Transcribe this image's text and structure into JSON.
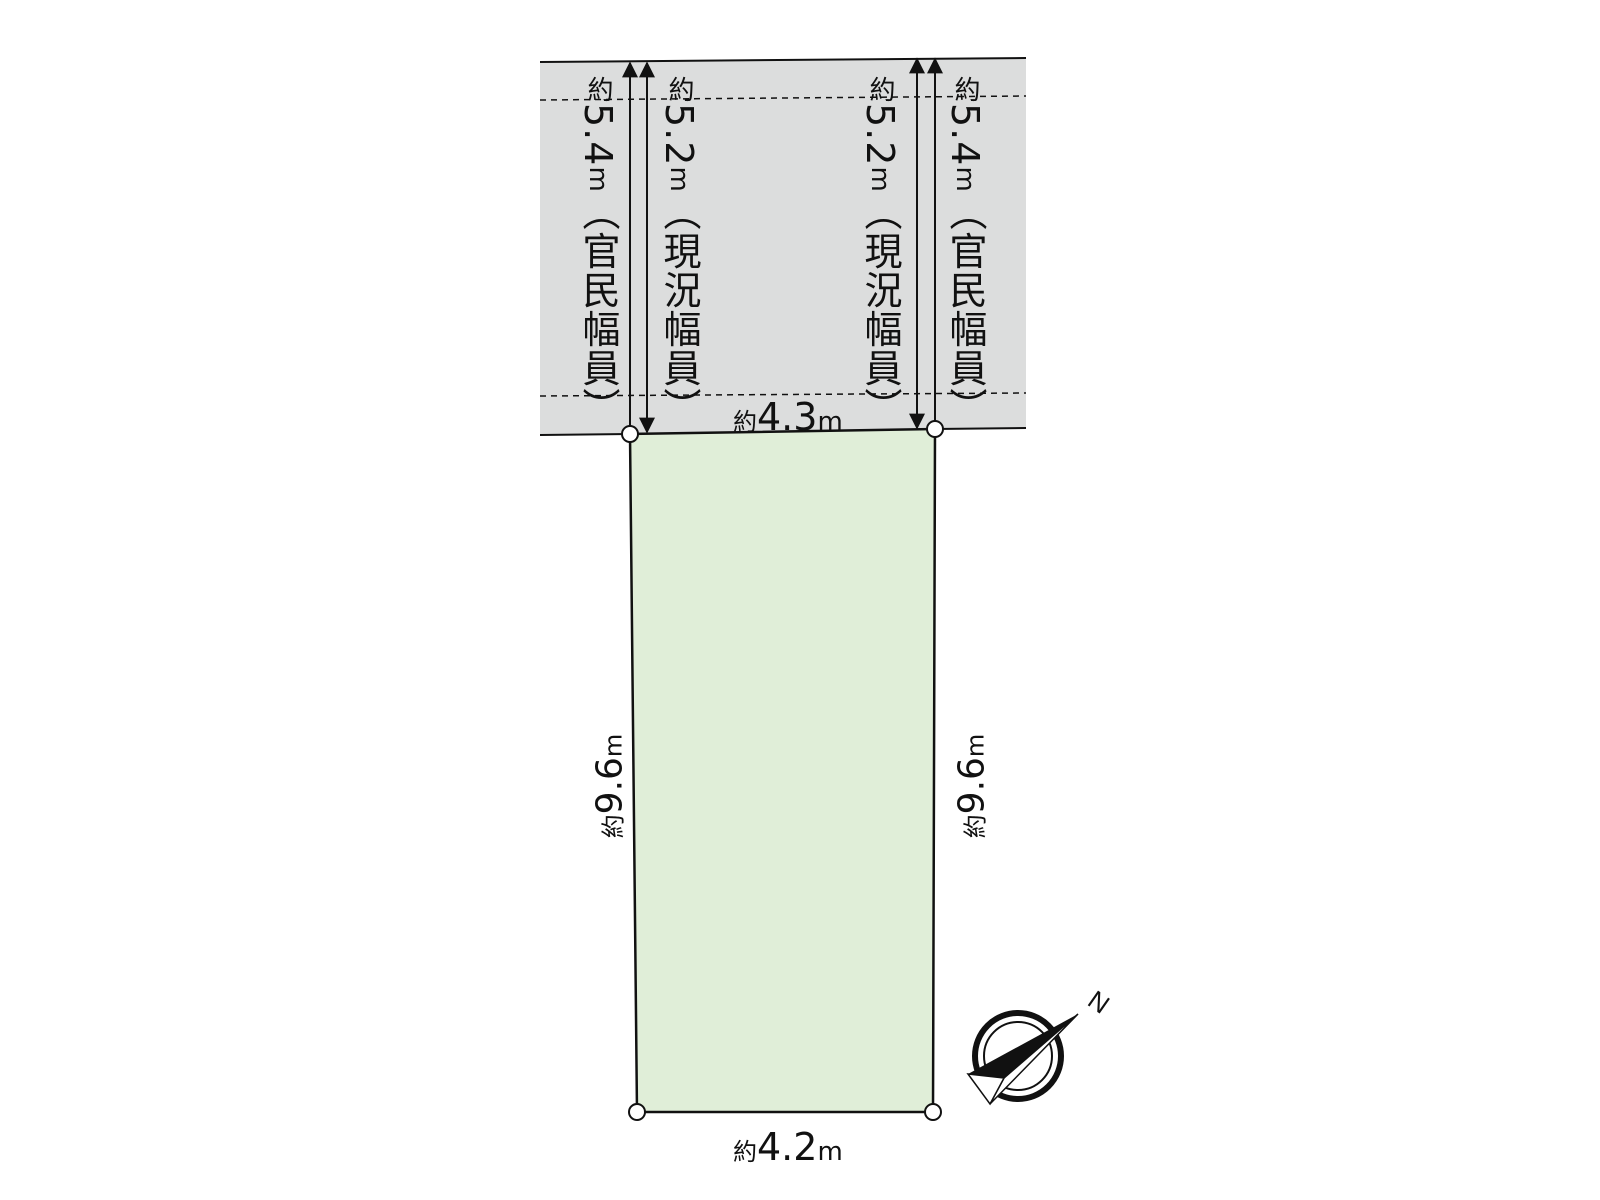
{
  "colors": {
    "road_fill": "#dcdddd",
    "lot_fill": "#e0eed8",
    "line": "#111111",
    "background": "#ffffff"
  },
  "road": {
    "labels": [
      {
        "prefix": "約",
        "value": "5.4",
        "unit": "m",
        "note": "（官民幅員）"
      },
      {
        "prefix": "約",
        "value": "5.2",
        "unit": "m",
        "note": "（現況幅員）"
      },
      {
        "prefix": "約",
        "value": "5.2",
        "unit": "m",
        "note": "（現況幅員）"
      },
      {
        "prefix": "約",
        "value": "5.4",
        "unit": "m",
        "note": "（官民幅員）"
      }
    ]
  },
  "lot": {
    "top_frontage": {
      "prefix": "約",
      "value": "4.3",
      "unit": "m"
    },
    "bottom_width": {
      "prefix": "約",
      "value": "4.2",
      "unit": "m"
    },
    "left_depth": {
      "prefix": "約",
      "value": "9.6",
      "unit": "m"
    },
    "right_depth": {
      "prefix": "約",
      "value": "9.6",
      "unit": "m"
    }
  },
  "compass": {
    "north_label": "N",
    "icon": "north-arrow-compass"
  }
}
